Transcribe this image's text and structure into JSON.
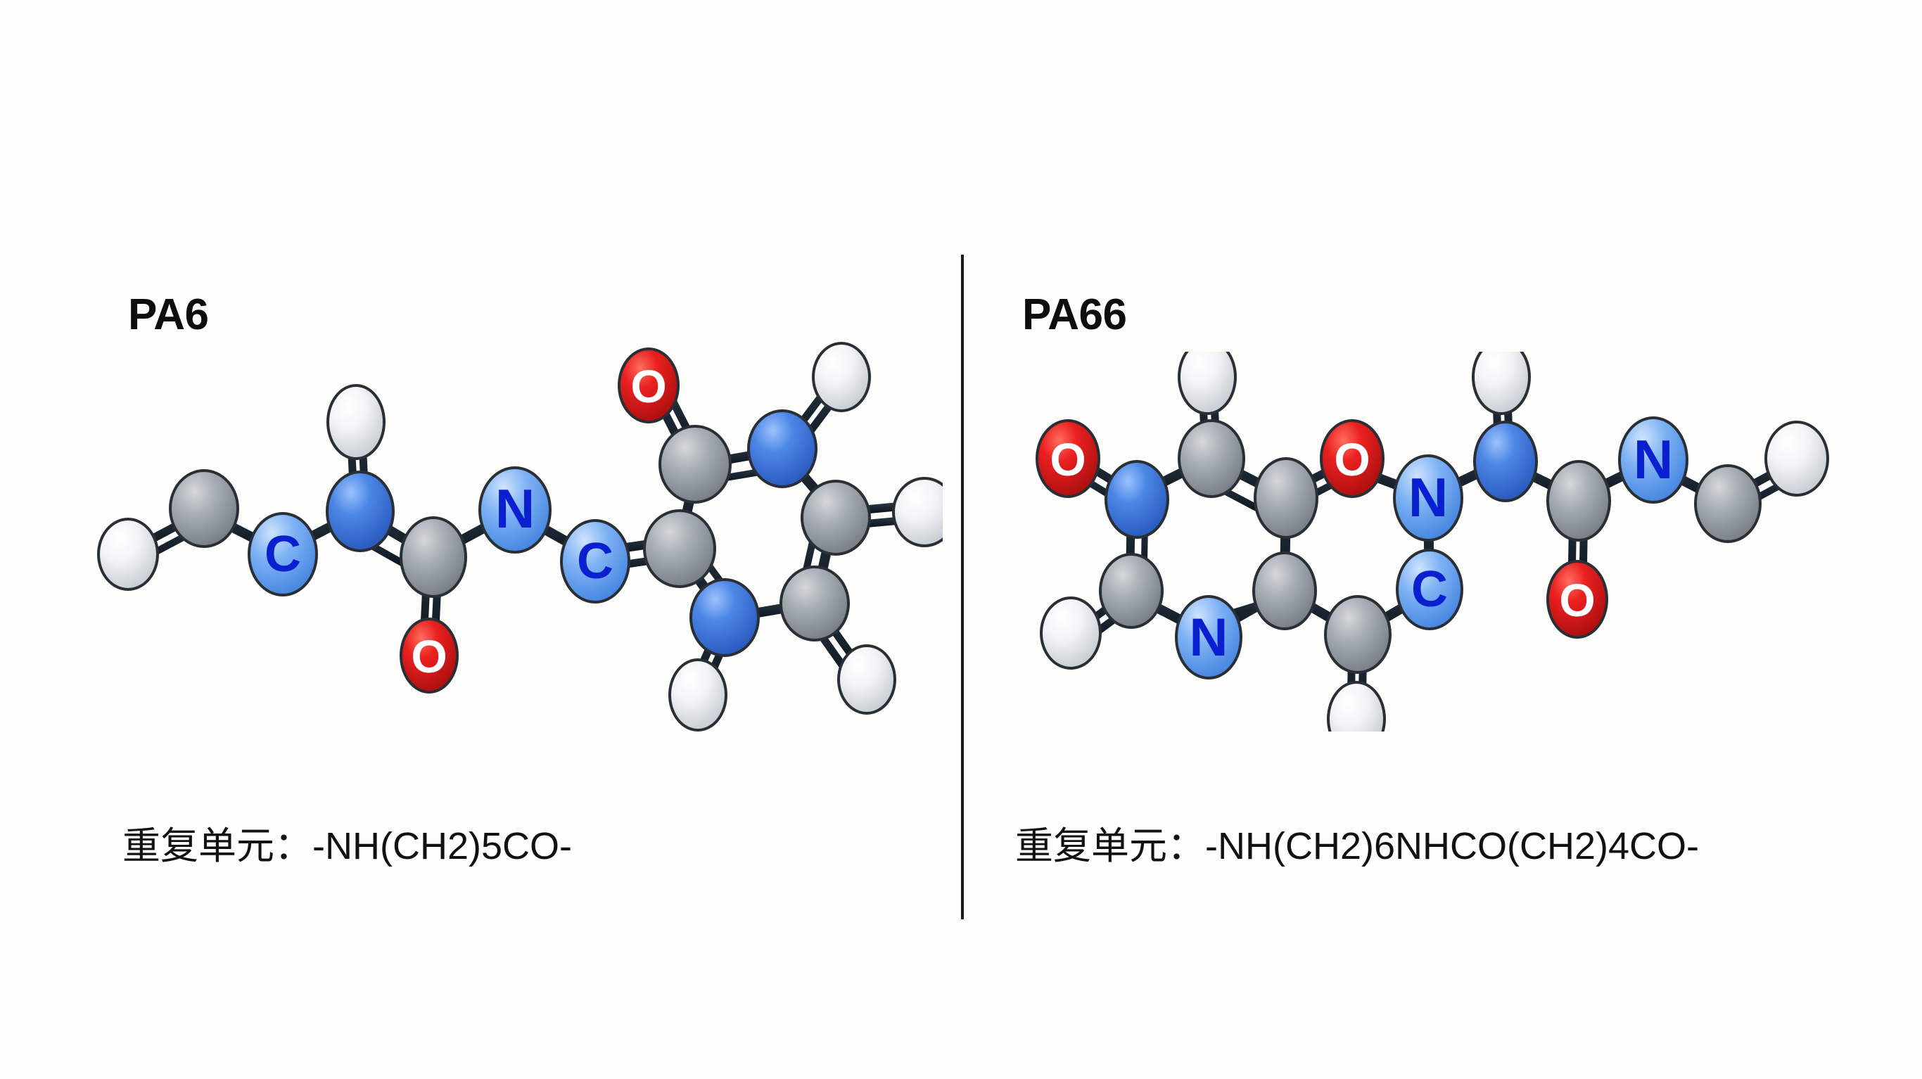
{
  "document": {
    "kind": "molecular-structure-comparison-figure",
    "background_color": "#fdfdfb",
    "divider_color": "#1a1a1a"
  },
  "panels": [
    {
      "id": "pa6",
      "title": "PA6",
      "caption": "重复单元：-NH(CH2)5CO-",
      "repeat_unit_formula": "-NH(CH2)5CO-",
      "caption_prefix": "重复单元："
    },
    {
      "id": "pa66",
      "title": "PA66",
      "caption": "重复单元：-NH(CH2)6NHCO(CH2)4CO-",
      "repeat_unit_formula": "-NH(CH2)6NHCO(CH2)4CO-",
      "caption_prefix": "重复单元："
    }
  ],
  "atom_colors": {
    "carbon_labeled": "#5f9ef0",
    "carbon_plain": "#8d939a",
    "nitrogen_labeled": "#5f9ef0",
    "nitrogen_plain": "#3a78dd",
    "oxygen": "#e11b1b",
    "hydrogen": "#e9ecef",
    "bond": "#1b2733",
    "label_text": "#0a1fd0",
    "oxygen_label_text": "#ffffff"
  },
  "legend_atom_labels": {
    "C": "C",
    "N": "N",
    "O": "O"
  },
  "structures": {
    "pa6": {
      "label": "PA6 ball-and-stick model",
      "labeled_atoms": [
        "C",
        "N",
        "C",
        "O",
        "O"
      ],
      "atom_count": 19
    },
    "pa66": {
      "label": "PA66 ball-and-stick model",
      "labeled_atoms": [
        "N",
        "C",
        "N",
        "O",
        "O",
        "N"
      ],
      "atom_count": 21
    }
  }
}
